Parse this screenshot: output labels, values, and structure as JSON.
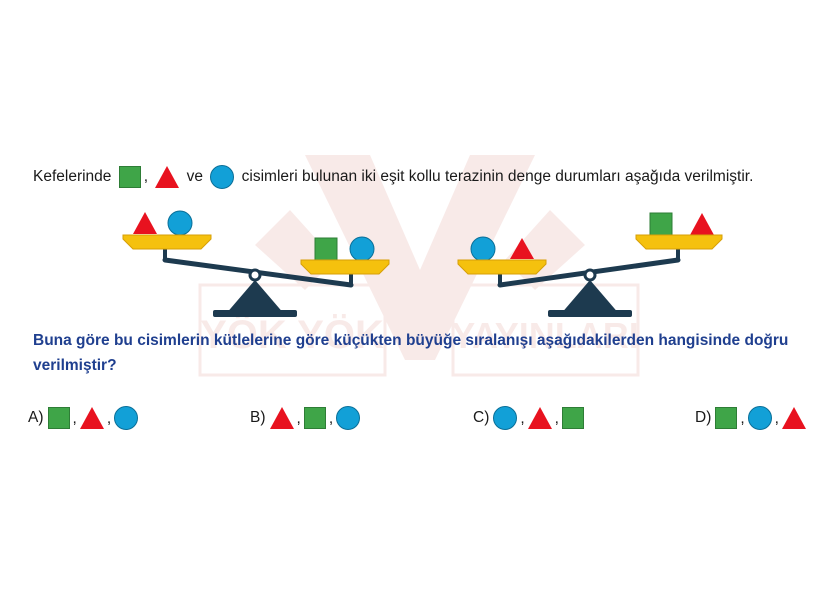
{
  "intro": {
    "before": "Kefelerinde",
    "sep1": ",",
    "sep2": "ve",
    "after": "cisimleri bulunan iki eşit kollu terazinin denge durumları aşağıda verilmiştir."
  },
  "watermark": {
    "line1": "YÖK YÖK",
    "line2": "YAYINLARI"
  },
  "question": "Buna göre bu cisimlerin kütlelerine göre küçükten büyüğe sıralanışı aşağıdakilerden hangisinde doğru verilmiştir?",
  "options": [
    {
      "label": "A)",
      "shapes": [
        "square",
        "triangle",
        "circle"
      ]
    },
    {
      "label": "B)",
      "shapes": [
        "triangle",
        "square",
        "circle"
      ]
    },
    {
      "label": "C)",
      "shapes": [
        "circle",
        "triangle",
        "square"
      ]
    },
    {
      "label": "D)",
      "shapes": [
        "square",
        "circle",
        "triangle"
      ]
    }
  ],
  "comma": ",",
  "colors": {
    "square": "#3fa548",
    "triangle": "#e8121f",
    "circle": "#12a0d7",
    "pan": "#f5c10e",
    "beam": "#1d3a4f",
    "question": "#1f3f8f"
  },
  "scales": [
    {
      "name": "scale-left",
      "left_pan": [
        "triangle",
        "circle"
      ],
      "right_pan": [
        "square",
        "circle"
      ],
      "lower_side": "right"
    },
    {
      "name": "scale-right",
      "left_pan": [
        "circle",
        "triangle"
      ],
      "right_pan": [
        "square",
        "triangle"
      ],
      "lower_side": "left"
    }
  ]
}
